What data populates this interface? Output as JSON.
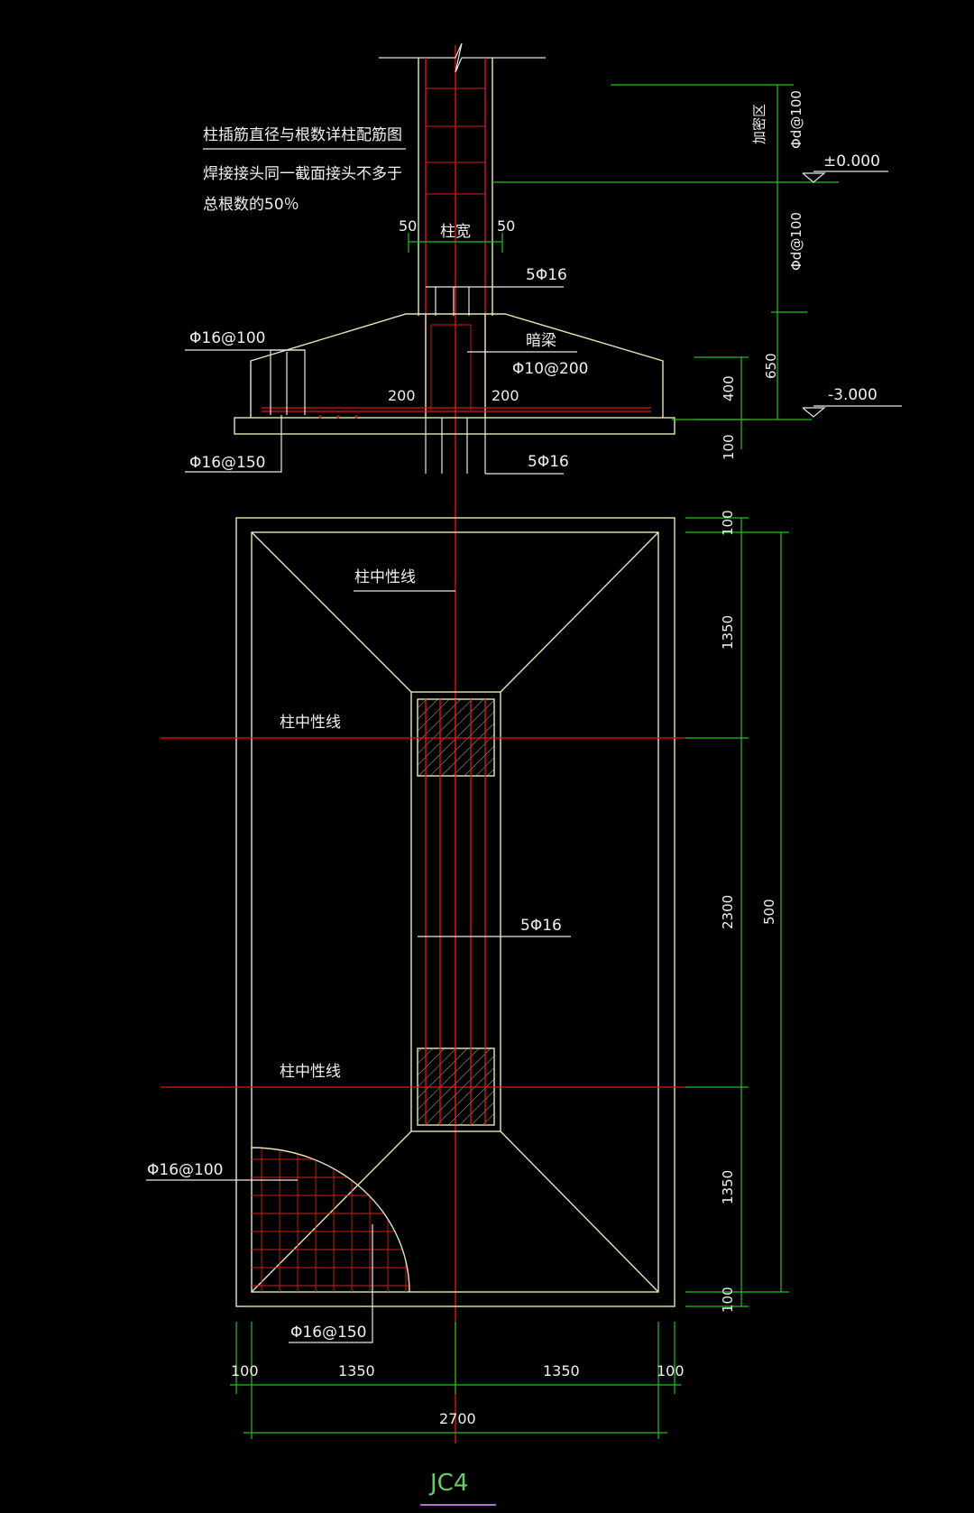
{
  "drawing_title": "JC4",
  "notes": {
    "column_bars": "柱插筋直径与根数详柱配筋图",
    "weld_line1": "焊接接头同一截面接头不多于",
    "weld_line2": "总根数的50％"
  },
  "section": {
    "col_width_label": "柱宽",
    "col_offset_left": "50",
    "col_offset_right": "50",
    "top_bars": "5Φ16",
    "bottom_bars": "5Φ16",
    "hidden_beam": "暗梁",
    "hidden_beam_stirrup": "Φ10@200",
    "rebar_top": "Φ16@100",
    "rebar_bottom": "Φ16@150",
    "inner_left": "200",
    "inner_right": "200",
    "dense_zone": "加密区",
    "stirrup_upper": "Φd@100",
    "stirrup_lower": "Φd@100",
    "elev_top": "±0.000",
    "elev_bottom": "-3.000",
    "dim_650": "650",
    "dim_400": "400",
    "dim_100": "100"
  },
  "plan": {
    "center_line_1": "柱中性线",
    "center_line_2": "柱中性线",
    "center_line_3": "柱中性线",
    "beam_bars": "5Φ16",
    "mesh_top": "Φ16@100",
    "mesh_bottom": "Φ16@150",
    "v_dims": [
      "100",
      "1350",
      "2300",
      "1350",
      "100"
    ],
    "v_total": "500",
    "h_dims": [
      "100",
      "1350",
      "1350",
      "100"
    ],
    "h_total": "2700"
  },
  "colors": {
    "outline": "#e6e6b4",
    "rebar": "#e01818",
    "dimension": "#20c020",
    "background": "#000000"
  }
}
